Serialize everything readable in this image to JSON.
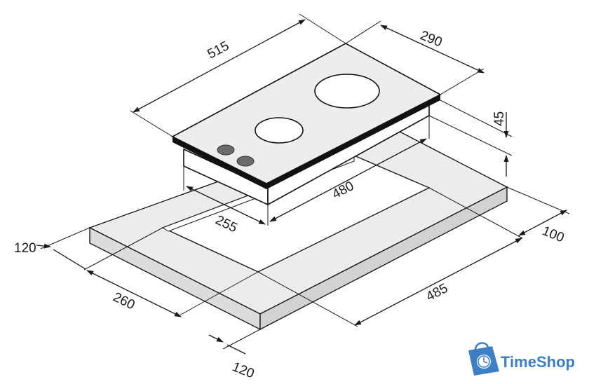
{
  "dimensions": {
    "width_top": "515",
    "depth_top": "290",
    "height": "45",
    "cutout_width": "480",
    "cutout_depth": "255",
    "counter_left": "120",
    "counter_right": "100",
    "counter_front": "260",
    "counter_length": "485",
    "counter_bottom": "120"
  },
  "brand": {
    "name": "TimeShop",
    "color": "#3d7fc4"
  },
  "colors": {
    "surface": "#ececec",
    "edge": "#dcdcdc",
    "cooktop_top": "#ededed",
    "cooktop_edge": "#111111",
    "knob": "#6b6b6b"
  }
}
